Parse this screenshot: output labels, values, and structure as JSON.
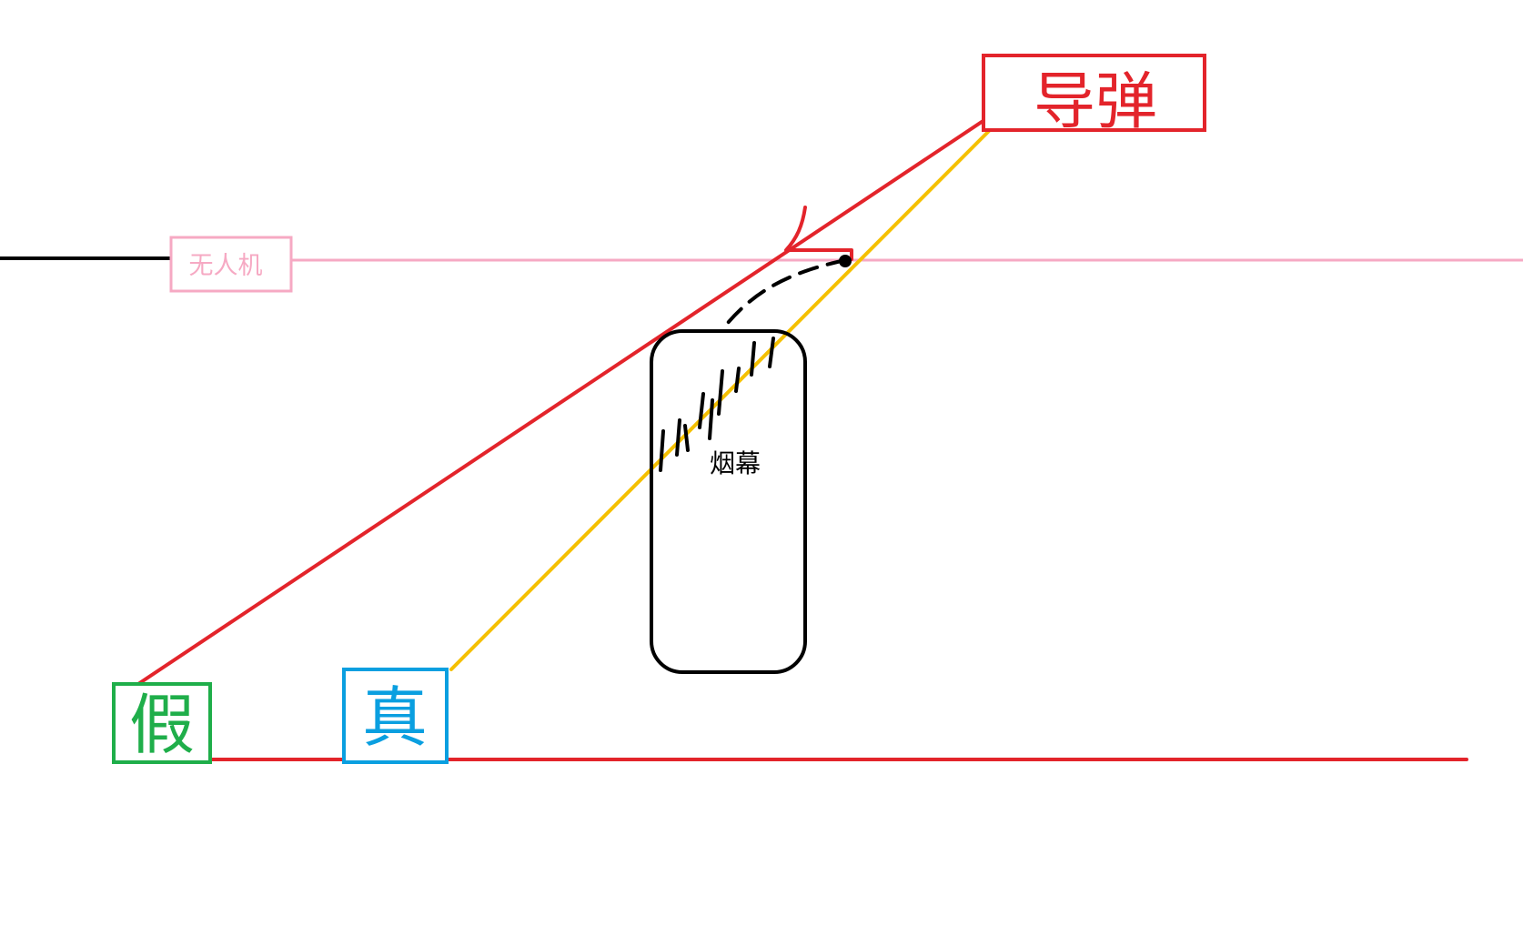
{
  "labels": {
    "missile": "导弹",
    "drone": "无人机",
    "smoke": "烟幕",
    "fake": "假",
    "real": "真"
  },
  "colors": {
    "background": "#ffffff",
    "missile": "#e3242b",
    "drone": "#f6a9c3",
    "drone_path": "#000000",
    "smoke": "#000000",
    "fake": "#1fae4a",
    "real": "#0a9fe0",
    "true_line": "#f5c000",
    "ground": "#e3242b"
  }
}
